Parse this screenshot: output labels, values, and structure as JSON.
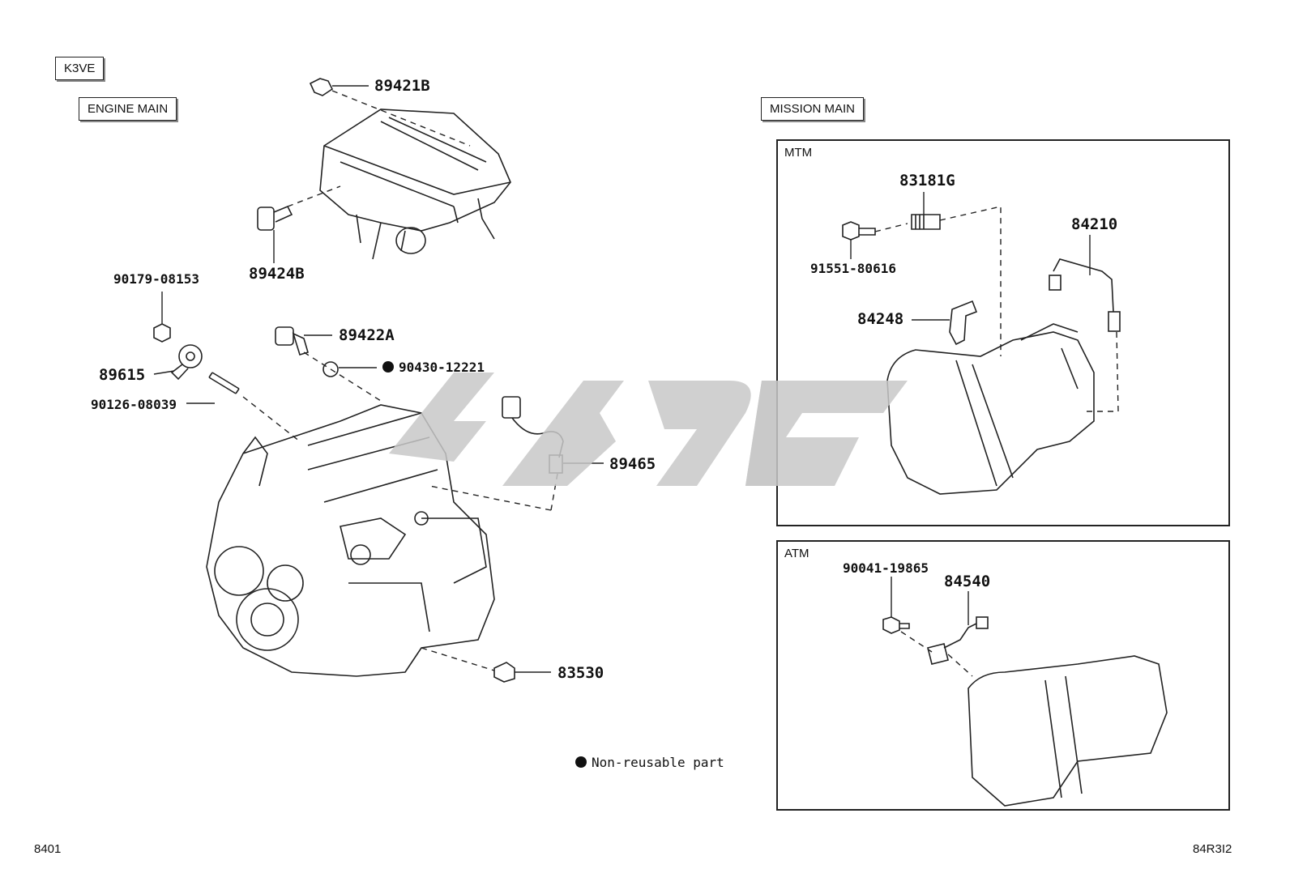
{
  "model_code": "K3VE",
  "engine_section": "ENGINE MAIN",
  "mission_section": "MISSION MAIN",
  "mtm_label": "MTM",
  "atm_label": "ATM",
  "parts": {
    "p89421B": "89421B",
    "p89424B": "89424B",
    "p90179_08153": "90179-08153",
    "p89615": "89615",
    "p90126_08039": "90126-08039",
    "p89422A": "89422A",
    "p90430_12221": "90430-12221",
    "p89465": "89465",
    "p83530": "83530",
    "p83181G": "83181G",
    "p91551_80616": "91551-80616",
    "p84210": "84210",
    "p84248": "84248",
    "p90041_19865": "90041-19865",
    "p84540": "84540"
  },
  "legend": "Non-reusable part",
  "page_code_left": "8401",
  "page_code_right": "84R3I2"
}
